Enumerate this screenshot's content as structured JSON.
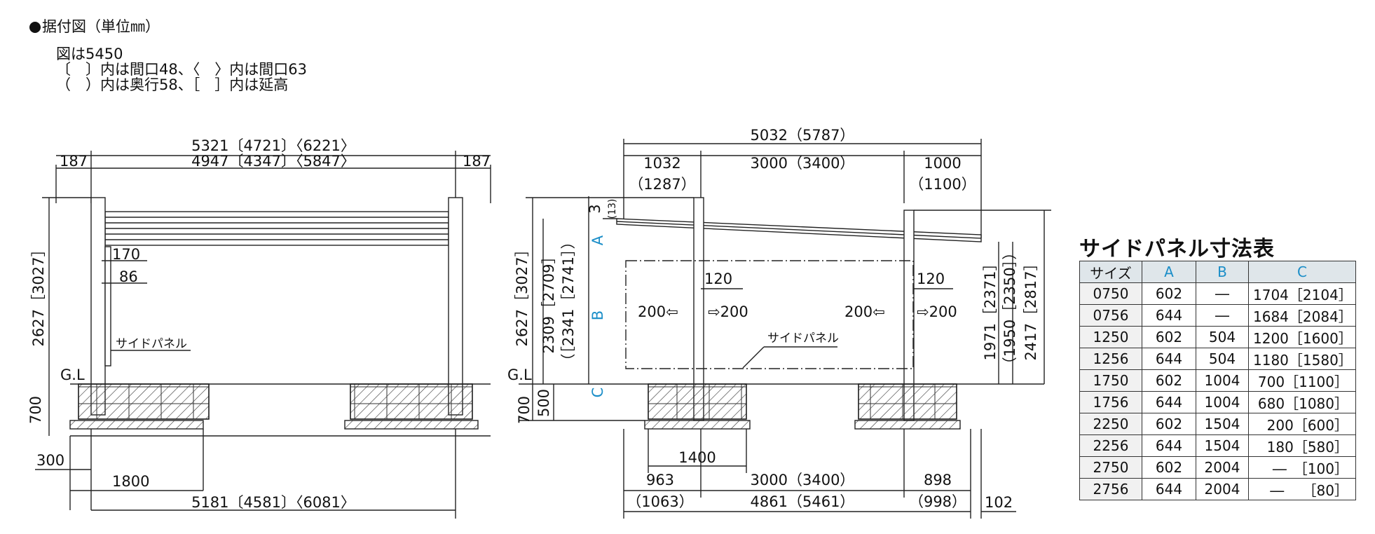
{
  "header": {
    "title": "据付図（単位㎜）",
    "notes": [
      "図は5450",
      "〔　〕内は間口48、〈　〉内は間口63",
      "（　）内は奥行58、［　］内は延高"
    ]
  },
  "front_view": {
    "total_width": "5321〔4721〕〈6221〉",
    "left_offset": "187",
    "inner_width": "4947〔4347〕〈5847〉",
    "right_offset": "187",
    "height": "2627［3027］",
    "dim_170": "170",
    "dim_86": "86",
    "side_panel_label": "サイドパネル",
    "gl_label": "G.L",
    "foundation_depth": "700",
    "dim_300": "300",
    "dim_1800": "1800",
    "base_width": "5181〔4581〕〈6081〉"
  },
  "side_view": {
    "total_depth": "5032（5787）",
    "left_overhang": "1032",
    "left_overhang_alt": "（1287）",
    "span": "3000（3400）",
    "right_overhang": "1000",
    "right_overhang_alt": "（1100）",
    "dim_3": "3",
    "dim_13": "(13)",
    "label_a": "A",
    "label_b": "B",
    "label_c": "C",
    "height_outer": "2627［3027］",
    "height_mid": "2309［2709］",
    "height_mid_alt": "（［2341［2741］）",
    "dim_120_left": "120",
    "dim_120_right": "120",
    "arrow_200_1": "200⇦",
    "arrow_200_2": "⇨200",
    "arrow_200_3": "200⇦",
    "arrow_200_4": "⇨200",
    "side_panel_label": "サイドパネル",
    "gl_label": "G.L",
    "foundation_700": "700",
    "foundation_500": "500",
    "right_h1": "1971［2371］",
    "right_h2": "（1950［2350］）",
    "right_h3": "2417［2817］",
    "dim_1400": "1400",
    "bottom_left": "963",
    "bottom_left_alt": "（1063）",
    "bottom_span": "3000（3400）",
    "bottom_right": "898",
    "bottom_right_alt": "（998）",
    "bottom_total": "4861（5461）",
    "bottom_102": "102"
  },
  "table": {
    "title": "サイドパネル寸法表",
    "headers": [
      "サイズ",
      "A",
      "B",
      "C"
    ],
    "header_color": "#1b8ec8",
    "rows": [
      [
        "0750",
        "602",
        "―",
        "1704［2104］"
      ],
      [
        "0756",
        "644",
        "―",
        "1684［2084］"
      ],
      [
        "1250",
        "602",
        "504",
        "1200［1600］"
      ],
      [
        "1256",
        "644",
        "504",
        "1180［1580］"
      ],
      [
        "1750",
        "602",
        "1004",
        "700［1100］"
      ],
      [
        "1756",
        "644",
        "1004",
        "680［1080］"
      ],
      [
        "2250",
        "602",
        "1504",
        "200［600］"
      ],
      [
        "2256",
        "644",
        "1504",
        "180［580］"
      ],
      [
        "2750",
        "602",
        "2004",
        "―　［100］"
      ],
      [
        "2756",
        "644",
        "2004",
        "―　 ［80］"
      ]
    ]
  }
}
